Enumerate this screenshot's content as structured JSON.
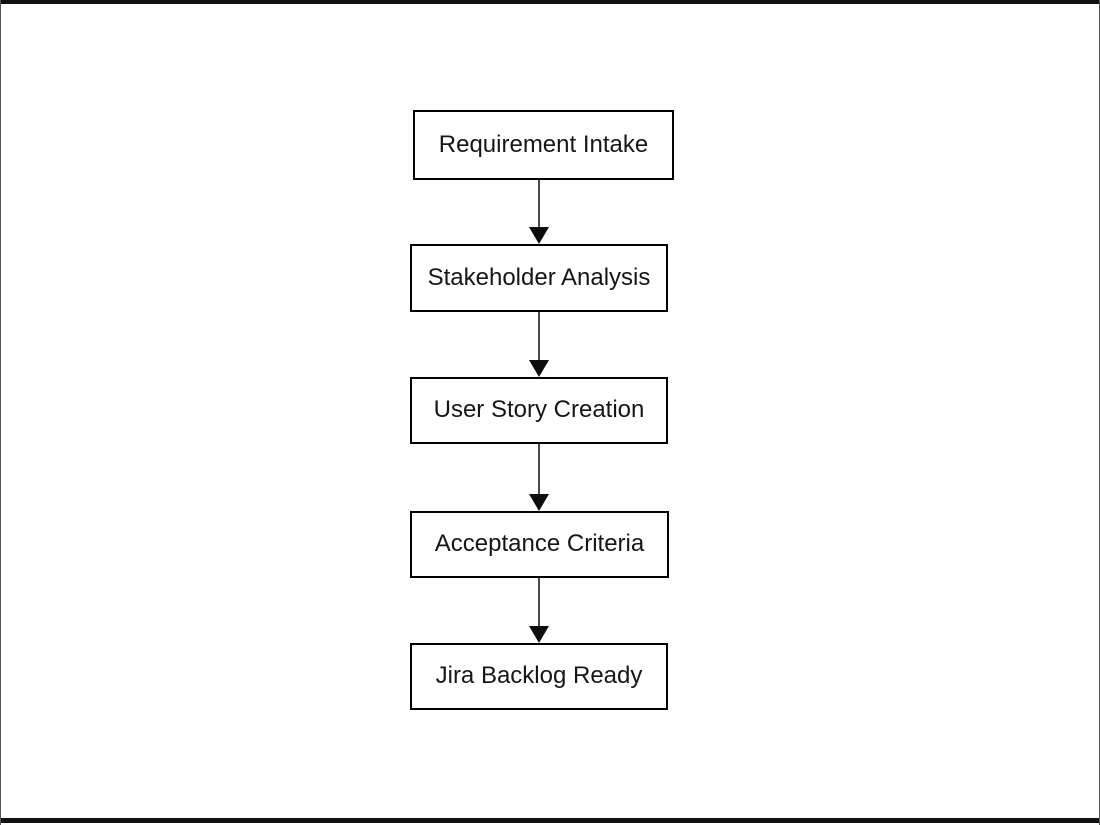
{
  "diagram": {
    "type": "flowchart",
    "direction": "top-down",
    "nodes": [
      {
        "id": "requirement-intake",
        "label": "Requirement Intake"
      },
      {
        "id": "stakeholder-analysis",
        "label": "Stakeholder Analysis"
      },
      {
        "id": "user-story-creation",
        "label": "User Story Creation"
      },
      {
        "id": "acceptance-criteria",
        "label": "Acceptance Criteria"
      },
      {
        "id": "jira-backlog-ready",
        "label": "Jira Backlog Ready"
      }
    ],
    "edges": [
      {
        "from": "requirement-intake",
        "to": "stakeholder-analysis",
        "style": "arrow-down"
      },
      {
        "from": "stakeholder-analysis",
        "to": "user-story-creation",
        "style": "arrow-down"
      },
      {
        "from": "user-story-creation",
        "to": "acceptance-criteria",
        "style": "arrow-down"
      },
      {
        "from": "acceptance-criteria",
        "to": "jira-backlog-ready",
        "style": "arrow-down"
      }
    ],
    "colors": {
      "background": "#fefefe",
      "node_fill": "#ffffff",
      "node_border": "#000000",
      "node_text": "#161616",
      "arrow_shaft": "#4a4a4a",
      "arrow_head": "#0d0d0d",
      "frame_bar": "#111111"
    }
  }
}
